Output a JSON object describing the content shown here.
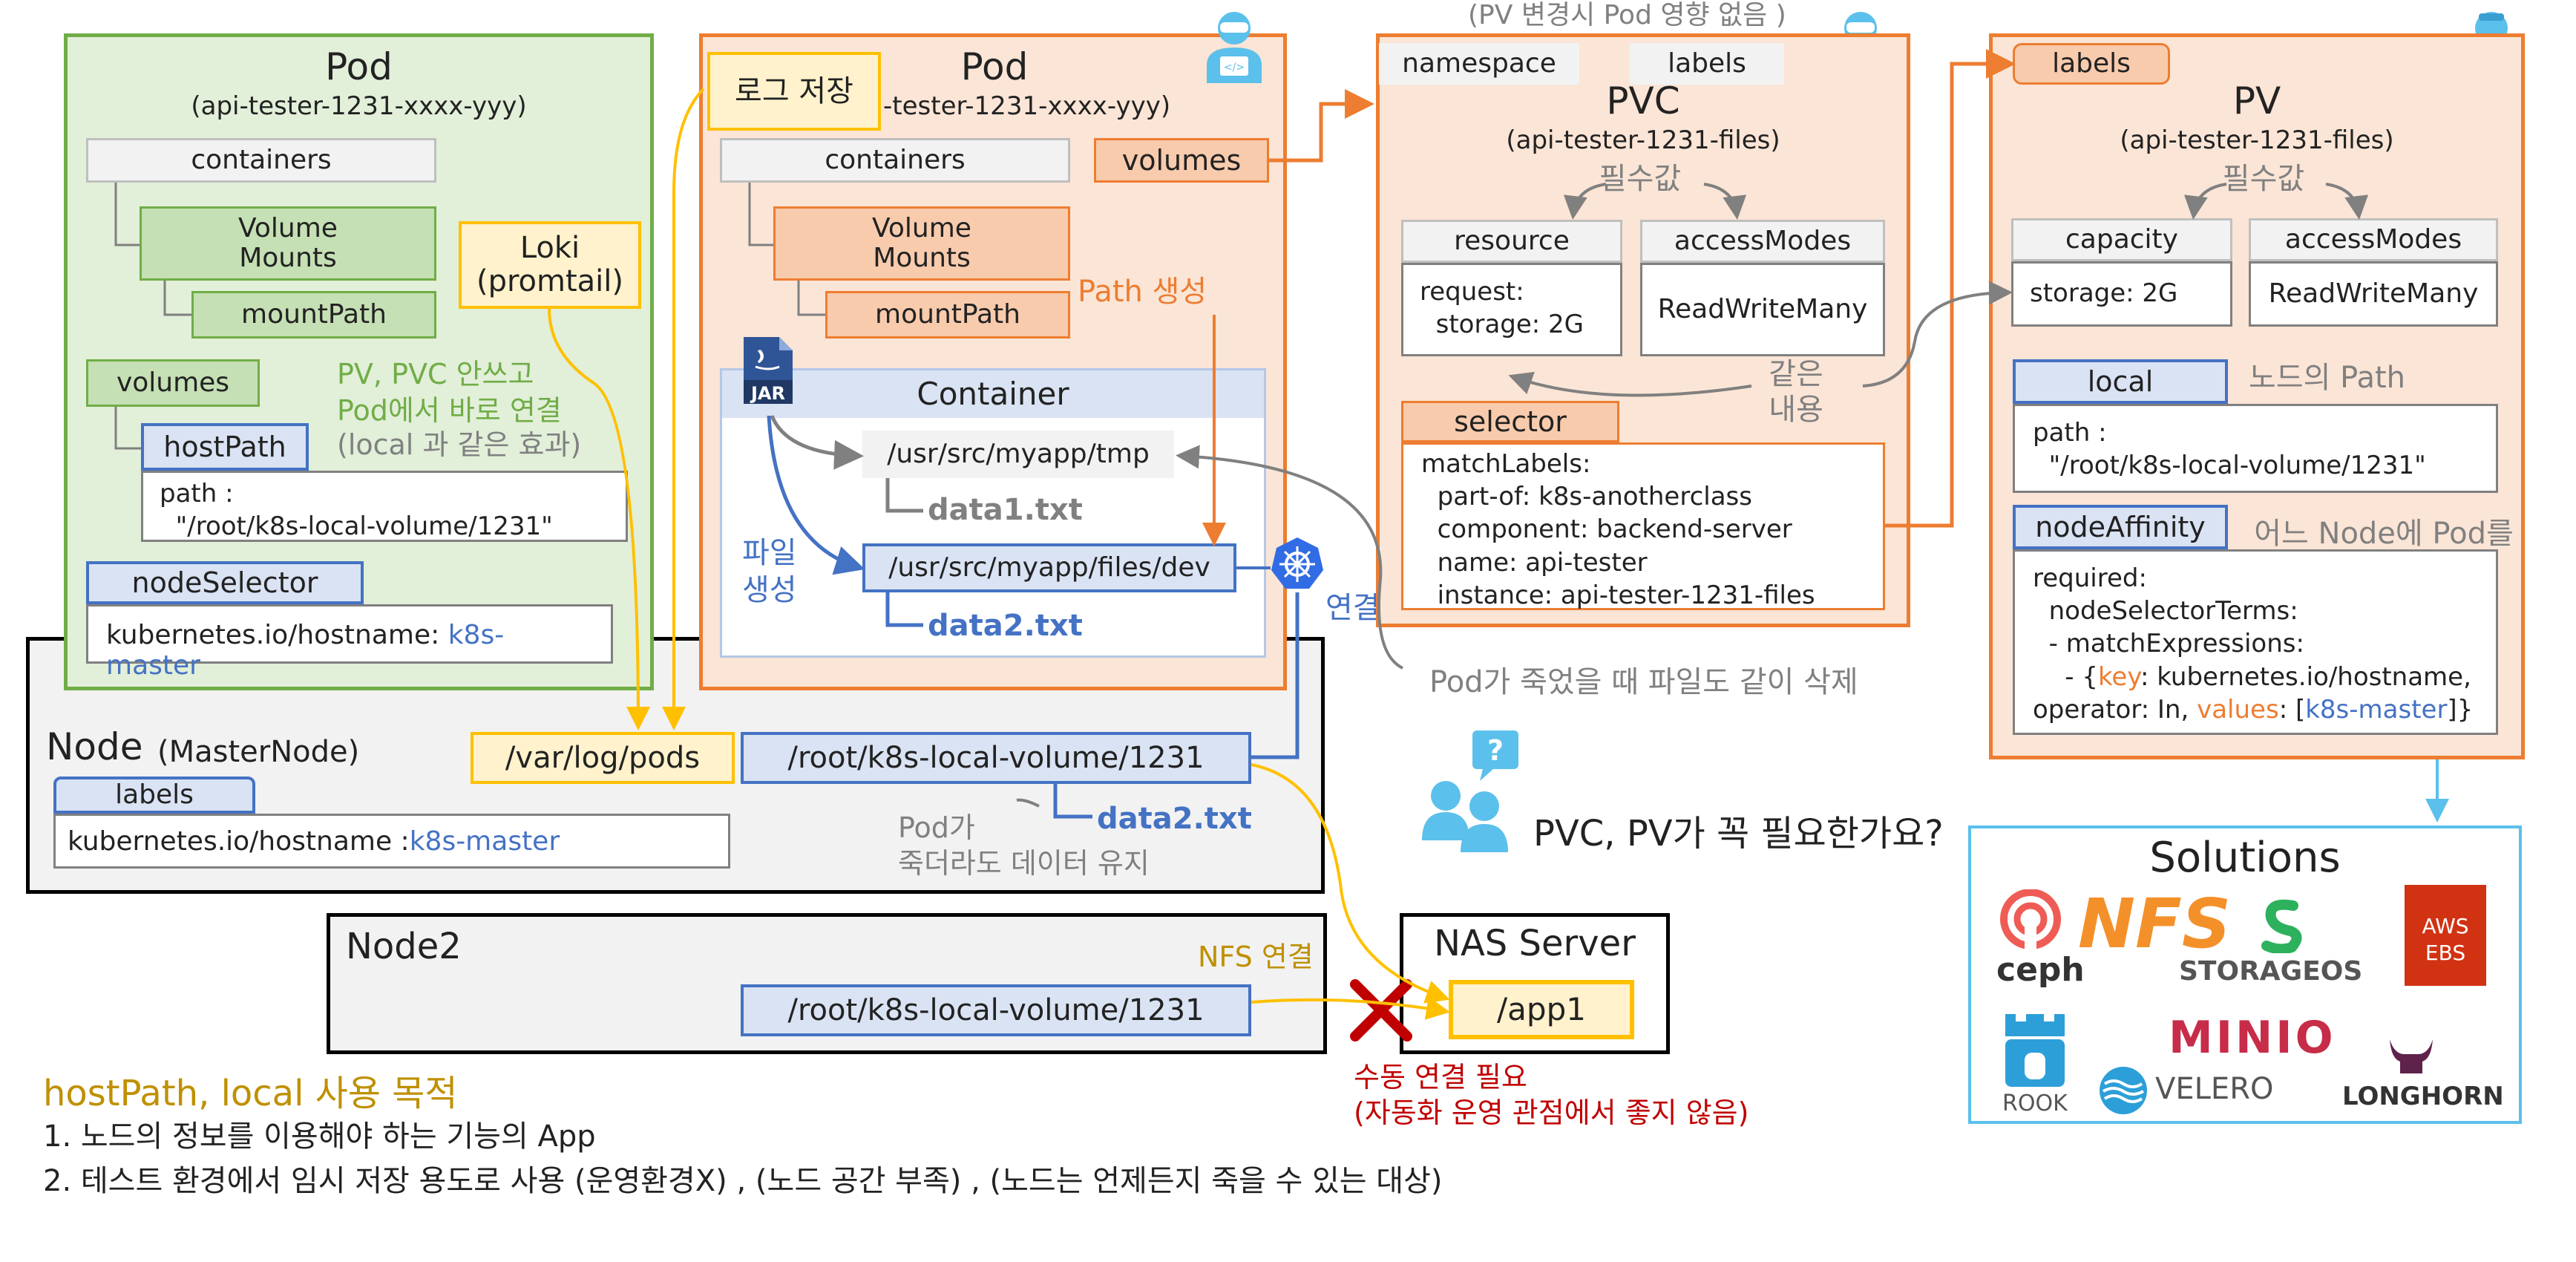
{
  "pod1": {
    "title": "Pod",
    "subtitle": "(api-tester-1231-xxxx-yyy)",
    "containers": "containers",
    "volume_mounts": "Volume\nMounts",
    "mount_path": "mountPath",
    "loki": "Loki\n(promtail)",
    "volumes": "volumes",
    "note": "PV, PVC 안쓰고\nPod에서 바로 연결",
    "note_gray": "(local 과 같은 효과)",
    "host_path": "hostPath",
    "path_text": "path :\n  \"/root/k8s-local-volume/1231\"",
    "node_selector": "nodeSelector",
    "node_selector_key": "kubernetes.io/hostname: ",
    "node_selector_val": "k8s-master"
  },
  "pod2": {
    "log_save": "로그 저장",
    "title": "Pod",
    "subtitle": "-tester-1231-xxxx-yyy)",
    "containers": "containers",
    "volumes": "volumes",
    "volume_mounts": "Volume\nMounts",
    "mount_path": "mountPath",
    "path_create": "Path 생성",
    "container": "Container",
    "jar": "JAR",
    "tmp_path": "/usr/src/myapp/tmp",
    "data1": "data1.txt",
    "file_create": "파일\n생성",
    "dev_path": "/usr/src/myapp/files/dev",
    "data2": "data2.txt",
    "connect": "연결"
  },
  "pvc": {
    "top_note": "(PV 변경시 Pod 영향 없음 )",
    "namespace": "namespace",
    "labels": "labels",
    "title": "PVC",
    "subtitle": "(api-tester-1231-files)",
    "required": "필수값",
    "resource": "resource",
    "resource_body": "request:\n  storage: 2G",
    "access_modes": "accessModes",
    "access_val": "ReadWriteMany",
    "same": "같은\n내용",
    "selector": "selector",
    "selector_body": "matchLabels:\n  part-of: k8s-anotherclass\n  component: backend-server\n  name: api-tester\n  instance: api-tester-1231-files"
  },
  "pv": {
    "labels": "labels",
    "title": "PV",
    "subtitle": "(api-tester-1231-files)",
    "required": "필수값",
    "capacity": "capacity",
    "capacity_body": "storage: 2G",
    "access_modes": "accessModes",
    "access_val": "ReadWriteMany",
    "local": "local",
    "local_note": "노드의 Path",
    "local_body": "path :\n  \"/root/k8s-local-volume/1231\"",
    "node_affinity": "nodeAffinity",
    "affinity_note": "어느 Node에 Pod를\n생성할건지 지정",
    "affinity_lines": [
      "required:",
      "  nodeSelectorTerms:",
      "  - matchExpressions:"
    ],
    "affinity_key_label": "key",
    "affinity_key_val": ": kubernetes.io/hostname,",
    "affinity_op": "operator: In, ",
    "affinity_values_label": "values",
    "affinity_values_val": "k8s-master",
    "affinity_prefix": "    - {"
  },
  "pod_dead_note": "Pod가 죽었을 때 파일도 같이 삭제",
  "question": "PVC, PV가 꼭 필요한가요?",
  "node": {
    "title": "Node",
    "subtitle": "(MasterNode)",
    "labels": "labels",
    "labels_key": "kubernetes.io/hostname :",
    "labels_val": "k8s-master",
    "var_log": "/var/log/pods",
    "host_dir": "/root/k8s-local-volume/1231",
    "keep_note": "Pod가\n죽더라도 데이터 유지",
    "data2": "data2.txt"
  },
  "node2": {
    "title": "Node2",
    "dir": "/root/k8s-local-volume/1231",
    "nfs": "NFS 연결"
  },
  "nas": {
    "title": "NAS Server",
    "dir": "/app1",
    "manual": "수동 연결 필요",
    "manual_note": "(자동화 운영 관점에서 좋지 않음)"
  },
  "solutions": {
    "title": "Solutions",
    "ceph": "ceph",
    "nfs": "NFS",
    "storageos": "STORAGEOS",
    "aws": "AWS",
    "ebs": "EBS",
    "rook": "ROOK",
    "minio": "MINIO",
    "velero": "VELERO",
    "longhorn": "LONGHORN"
  },
  "purpose": {
    "title": "hostPath, local 사용 목적",
    "line1": "1. 노드의 정보를 이용해야 하는 기능의 App",
    "line2": "2. 테스트 환경에서 임시 저장 용도로 사용  (운영환경X) , (노드 공간 부족) , (노드는 언제든지 죽을 수 있는 대상)"
  },
  "colors": {
    "green": "#70ad47",
    "orange": "#ed7d31",
    "blue": "#4472c4",
    "yellow": "#ffc000",
    "red": "#c00000",
    "cyan": "#5bc0eb",
    "gold": "#bf9000"
  }
}
